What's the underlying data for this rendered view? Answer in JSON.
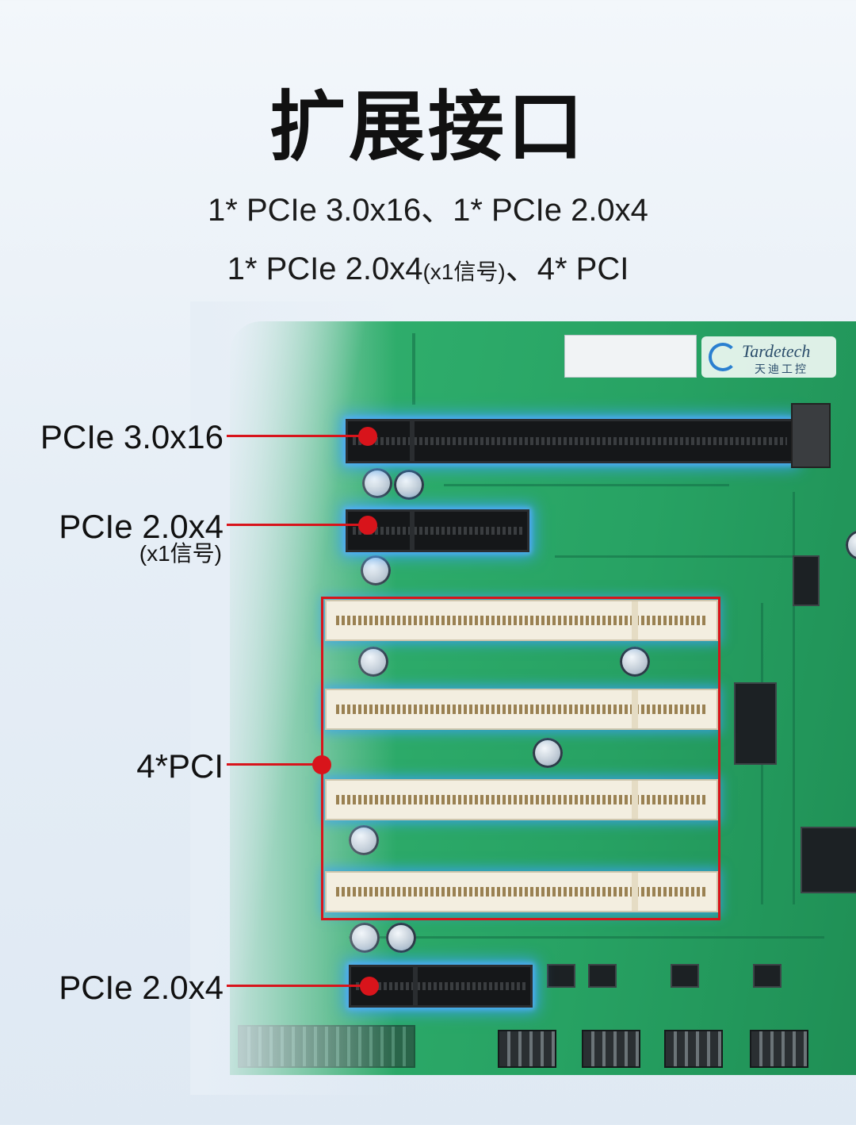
{
  "title": "扩展接口",
  "subtitle": {
    "line1": "1* PCIe 3.0x16、1* PCIe 2.0x4",
    "line2_main": "1* PCIe 2.0x4",
    "line2_note": "(x1信号)",
    "line2_tail": "、4* PCI"
  },
  "brand": {
    "name_en": "Tardetech",
    "name_cn": "天迪工控"
  },
  "callouts": [
    {
      "label": "PCIe 3.0x16",
      "note": ""
    },
    {
      "label": "PCIe 2.0x4",
      "note": "(x1信号)"
    },
    {
      "label": "4*PCI",
      "note": ""
    },
    {
      "label": "PCIe 2.0x4",
      "note": ""
    }
  ],
  "colors": {
    "accent": "#d8141b",
    "board": "#27a263",
    "slot_glow": "#3ca0ff"
  }
}
